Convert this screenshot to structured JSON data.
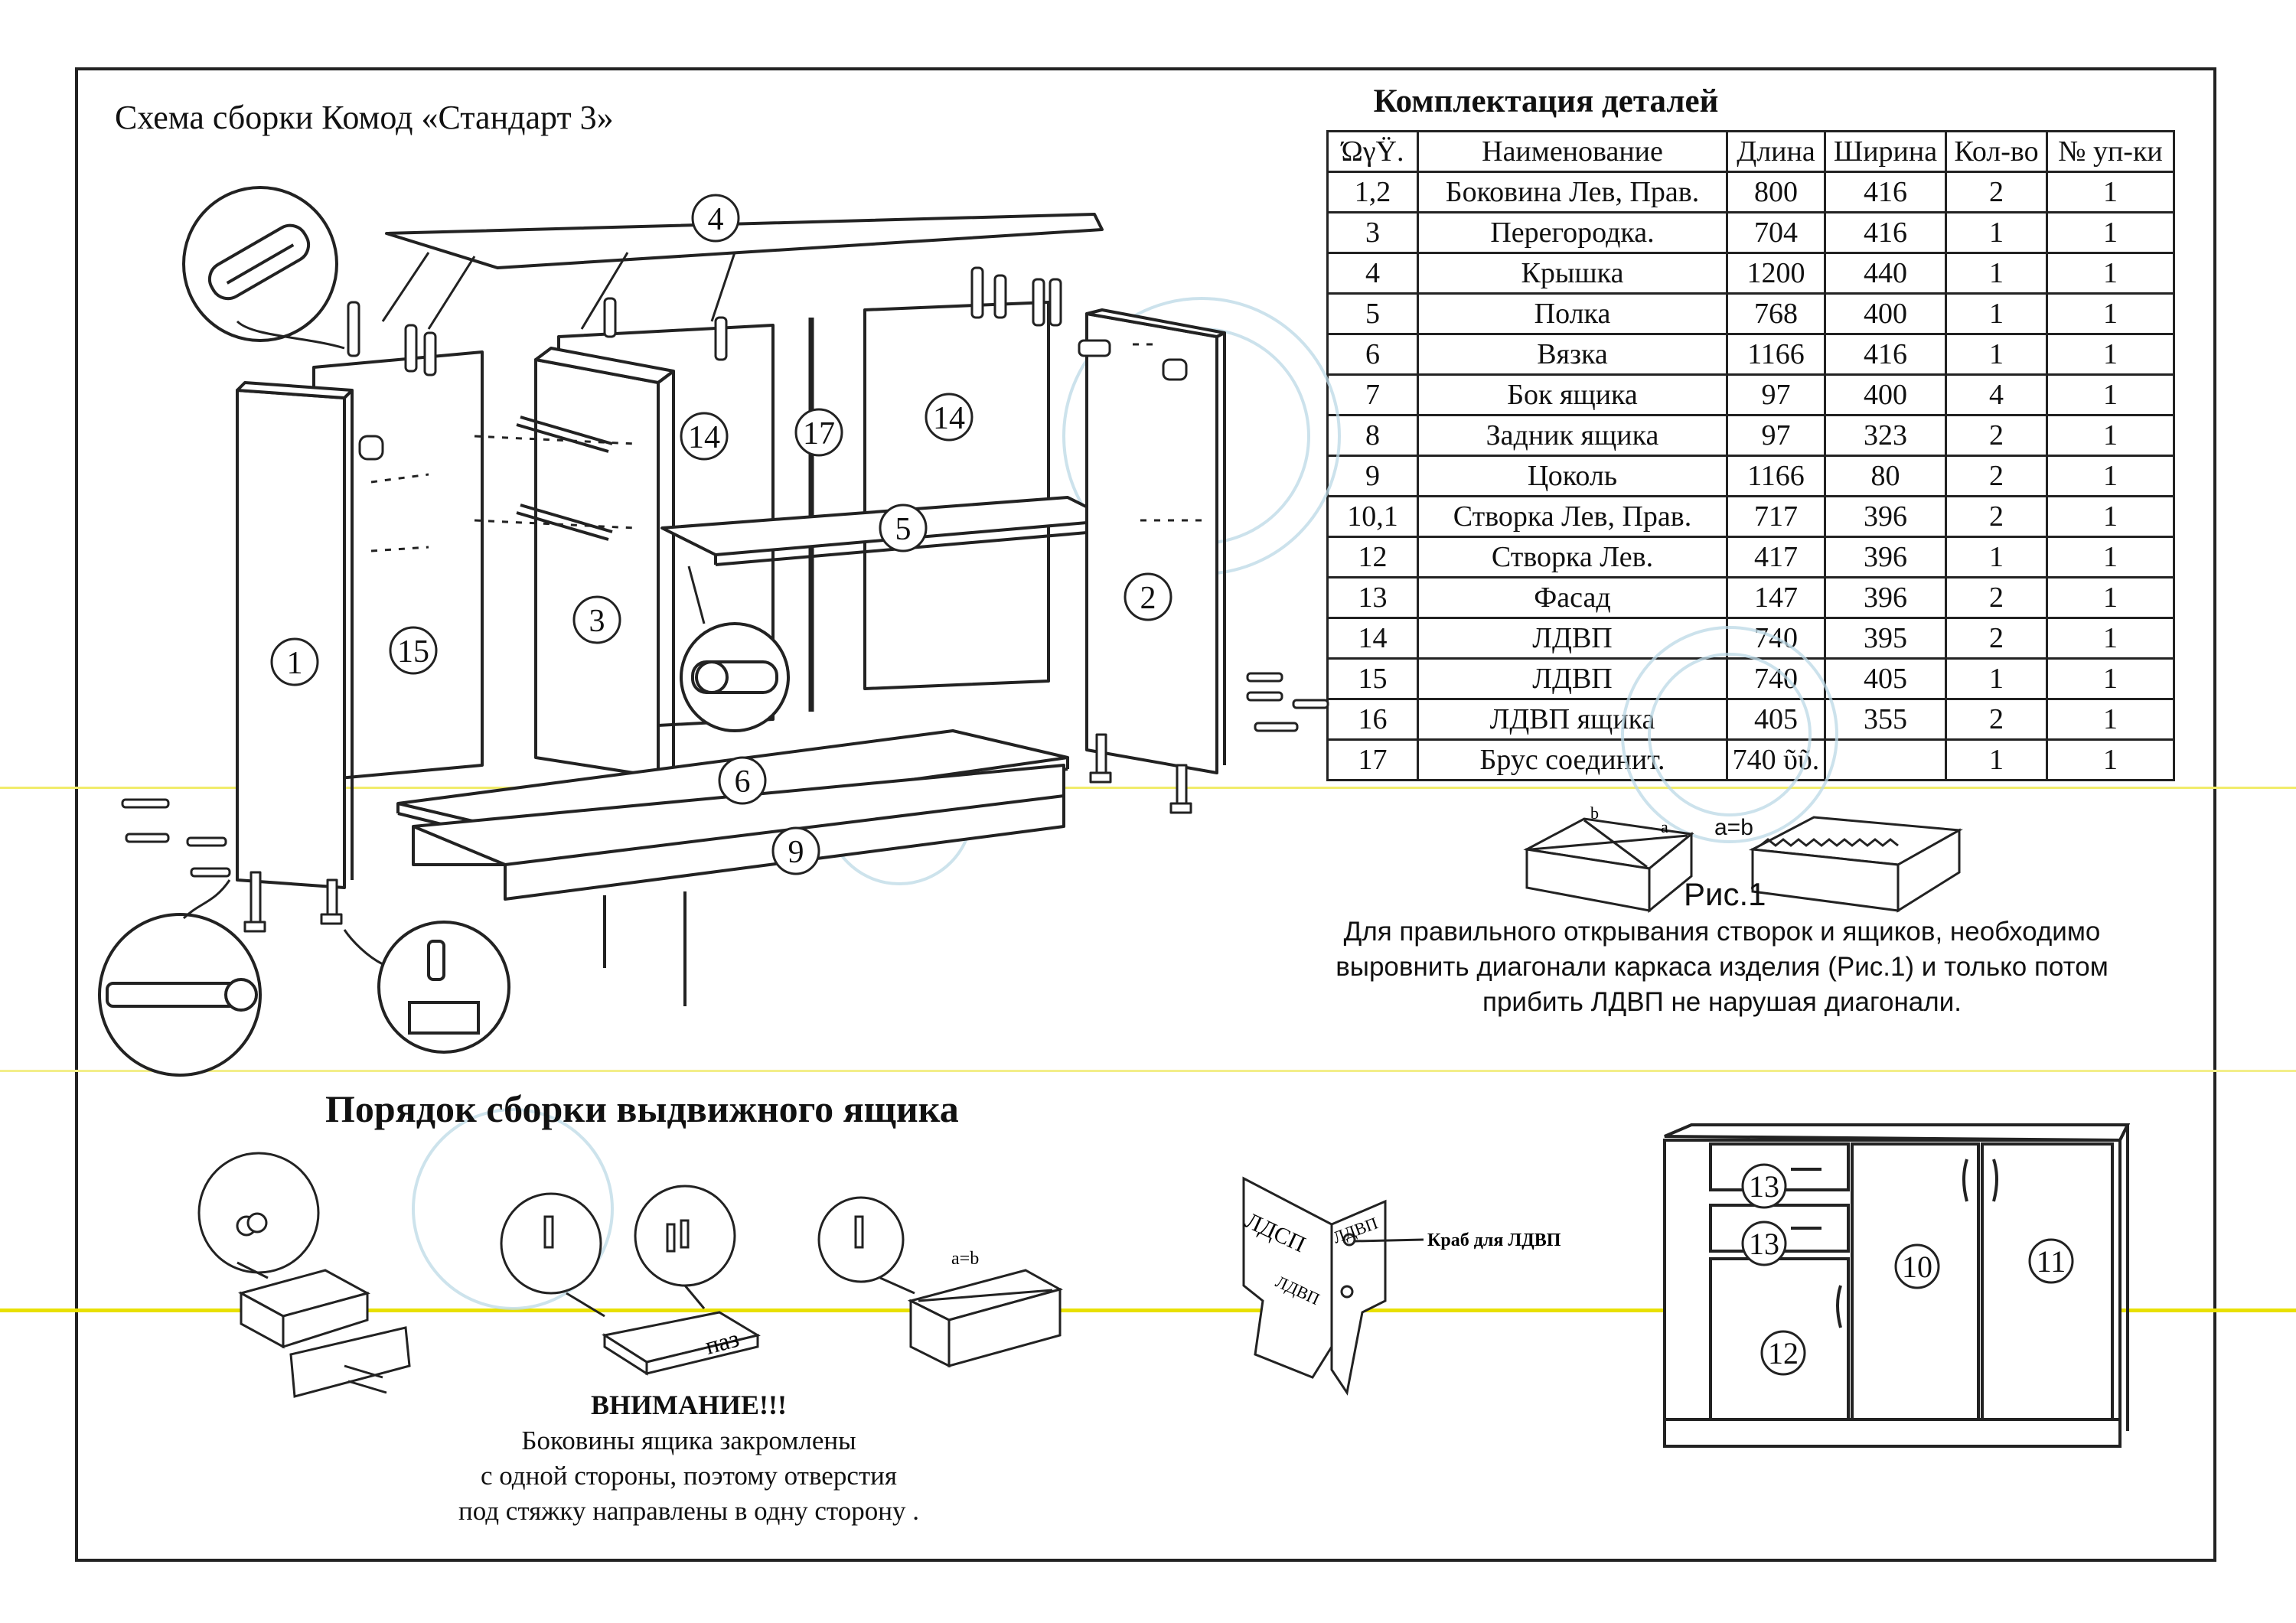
{
  "document": {
    "title": "Схема сборки Комод «Стандарт 3»",
    "table_title": "Комплектация деталей",
    "columns": [
      "ΏγŸ.",
      "Наименование",
      "Длина",
      "Ширина",
      "Кол-во",
      "№ уп-ки"
    ],
    "rows": [
      [
        "1,2",
        "Боковина Лев, Прав.",
        "800",
        "416",
        "2",
        "1"
      ],
      [
        "3",
        "Перегородка.",
        "704",
        "416",
        "1",
        "1"
      ],
      [
        "4",
        "Крышка",
        "1200",
        "440",
        "1",
        "1"
      ],
      [
        "5",
        "Полка",
        "768",
        "400",
        "1",
        "1"
      ],
      [
        "6",
        "Вязка",
        "1166",
        "416",
        "1",
        "1"
      ],
      [
        "7",
        "Бок ящика",
        "97",
        "400",
        "4",
        "1"
      ],
      [
        "8",
        "Задник ящика",
        "97",
        "323",
        "2",
        "1"
      ],
      [
        "9",
        "Цоколь",
        "1166",
        "80",
        "2",
        "1"
      ],
      [
        "10,1",
        "Створка Лев, Прав.",
        "717",
        "396",
        "2",
        "1"
      ],
      [
        "12",
        "Створка Лев.",
        "417",
        "396",
        "1",
        "1"
      ],
      [
        "13",
        "Фасад",
        "147",
        "396",
        "2",
        "1"
      ],
      [
        "14",
        "ЛДВП",
        "740",
        "395",
        "2",
        "1"
      ],
      [
        "15",
        "ЛДВП",
        "740",
        "405",
        "1",
        "1"
      ],
      [
        "16",
        "ЛДВП ящика",
        "405",
        "355",
        "2",
        "1"
      ],
      [
        "17",
        "Брус соединит.",
        "740 ῦῦ.",
        "",
        "1",
        "1"
      ]
    ],
    "figure": {
      "caption": "Рис.1",
      "equation": "a=b",
      "corner_a": "a",
      "corner_b": "b"
    },
    "note_lines": [
      "Для правильного открывания створок и ящиков, необходимо",
      "выровнить диагонали каркаса изделия (Рис.1) и только потом",
      "прибить ЛДВП не нарушая диагонали."
    ],
    "drawer_section_title": "Порядок сборки выдвижного ящика",
    "warning_title": "ВНИМАНИЕ!!!",
    "warning_lines": [
      "Боковины ящика закромлены",
      "с одной стороны, поэтому отверстия",
      "под стяжку направлены в одну сторону ."
    ],
    "step_labels": {
      "groove": "паз",
      "diag": "a=b"
    },
    "bracket": {
      "label": "Краб для ЛДВП",
      "panel_a": "ЛДСП",
      "panel_b": "ЛДВП",
      "panel_c": "ЛДВП"
    },
    "part_markers": {
      "p1": "1",
      "p2": "2",
      "p3": "3",
      "p4": "4",
      "p5": "5",
      "p6": "6",
      "p9": "9",
      "p14a": "14",
      "p14b": "14",
      "p15": "15",
      "p17": "17",
      "p10": "10",
      "p11": "11",
      "p12": "12",
      "p13a": "13",
      "p13b": "13"
    }
  },
  "colors": {
    "ink": "#222222",
    "scan_yellow": "#e8e000",
    "stamp": "#9cc6d8"
  }
}
